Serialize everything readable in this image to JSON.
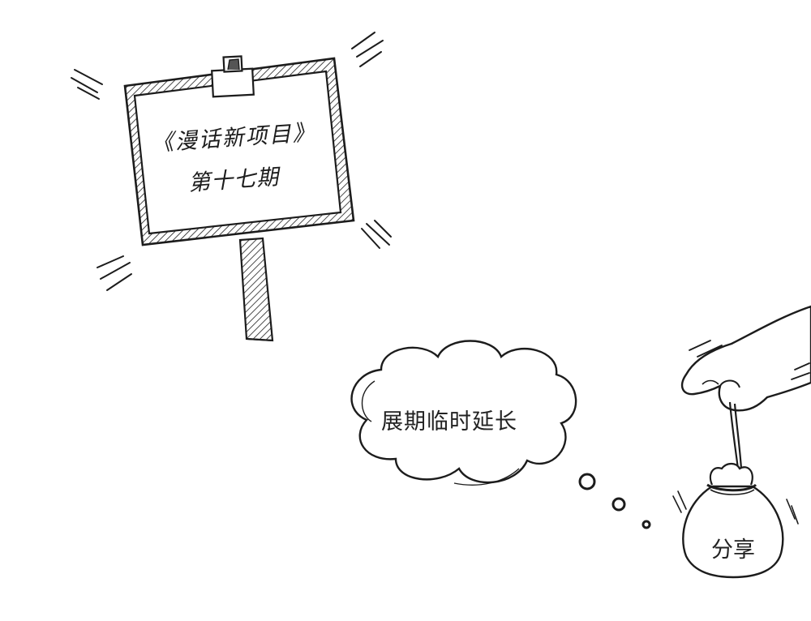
{
  "sign": {
    "title": "《漫话新项目》",
    "issue": "第十七期"
  },
  "thought_bubble": {
    "text": "展期临时延长"
  },
  "money_bag": {
    "label": "分享"
  },
  "colors": {
    "ink": "#1c1c1c",
    "paper": "#ffffff"
  }
}
